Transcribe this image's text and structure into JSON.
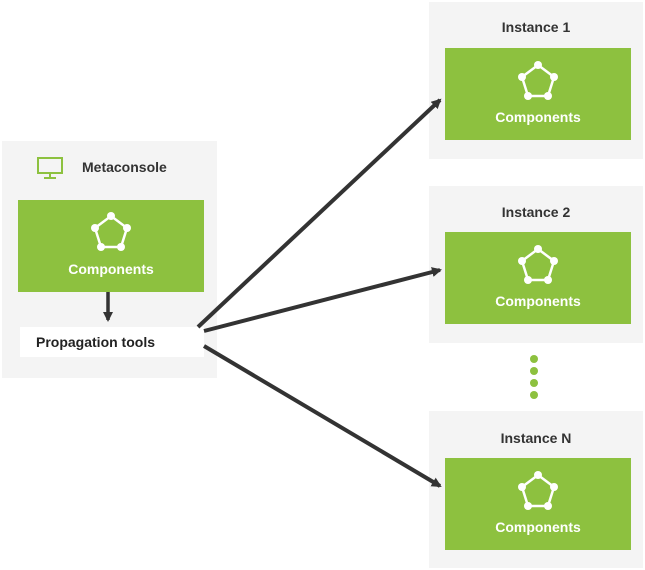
{
  "metaconsole": {
    "title": "Metaconsole",
    "components_label": "Components",
    "propagation_label": "Propagation tools",
    "monitor_icon": "monitor-icon"
  },
  "instances": [
    {
      "title": "Instance 1",
      "components_label": "Components"
    },
    {
      "title": "Instance 2",
      "components_label": "Components"
    },
    {
      "title": "Instance N",
      "components_label": "Components"
    }
  ],
  "colors": {
    "accent_green": "#8dc13f",
    "panel_gray": "#f4f4f4",
    "arrow": "#333333"
  },
  "icons": {
    "components": "pentagon-network-icon",
    "ellipsis": "vertical-dots-icon"
  }
}
